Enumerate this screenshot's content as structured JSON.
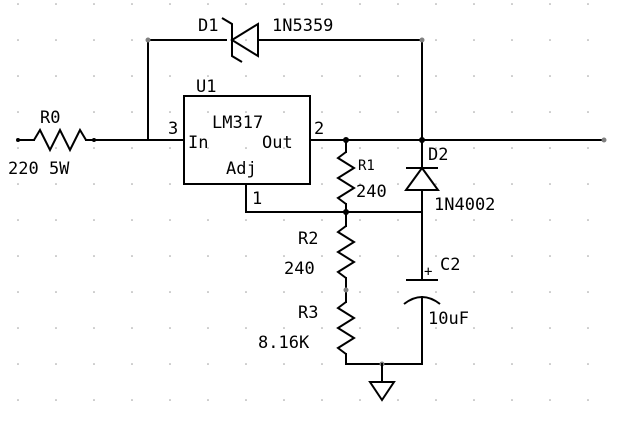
{
  "components": {
    "R0": {
      "ref": "R0",
      "value": "220 5W"
    },
    "D1": {
      "ref": "D1",
      "part": "1N5359"
    },
    "U1": {
      "ref": "U1",
      "part": "LM317",
      "pin_in_label": "In",
      "pin_out_label": "Out",
      "pin_adj_label": "Adj",
      "pin_in_num": "3",
      "pin_out_num": "2",
      "pin_adj_num": "1"
    },
    "R1": {
      "ref": "R1",
      "value": "240"
    },
    "D2": {
      "ref": "D2",
      "part": "1N4002"
    },
    "R2": {
      "ref": "R2",
      "value": "240"
    },
    "R3": {
      "ref": "R3",
      "value": "8.16K"
    },
    "C2": {
      "ref": "C2",
      "value": "10uF",
      "polarity": "+"
    }
  }
}
